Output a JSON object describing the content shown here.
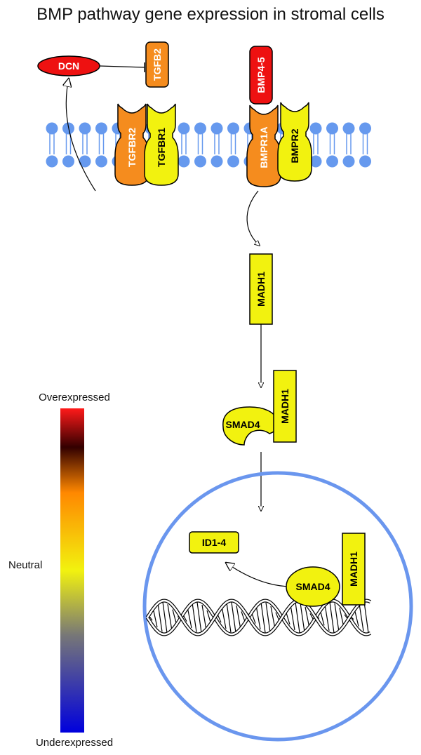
{
  "title": "BMP pathway gene expression in stromal cells",
  "colors": {
    "membrane": "#6699ee",
    "nucleus": "#6a96ee",
    "overexpressed_red": "#ee1111",
    "orange": "#f58c1e",
    "yellow": "#f2f20f",
    "neutral_gray": "#808080",
    "underexpressed_blue": "#1010e6",
    "dark_red": "#330000"
  },
  "nodes": {
    "dcn": "DCN",
    "tgfb2": "TGFB2",
    "bmp4_5": "BMP4-5",
    "tgfbr2": "TGFBR2",
    "tgfbr1": "TGFBR1",
    "bmpr1a": "BMPR1A",
    "bmpr2": "BMPR2",
    "madh1_top": "MADH1",
    "madh1_mid": "MADH1",
    "smad4_mid": "SMAD4",
    "id1_4": "ID1-4",
    "smad4_nuc": "SMAD4",
    "madh1_nuc": "MADH1"
  },
  "legend": {
    "top": "Overexpressed",
    "middle": "Neutral",
    "bottom": "Underexpressed"
  },
  "icons": [
    "membrane-bilayer",
    "nucleus-circle",
    "dna-helix",
    "arrow",
    "inhibition-bar"
  ]
}
